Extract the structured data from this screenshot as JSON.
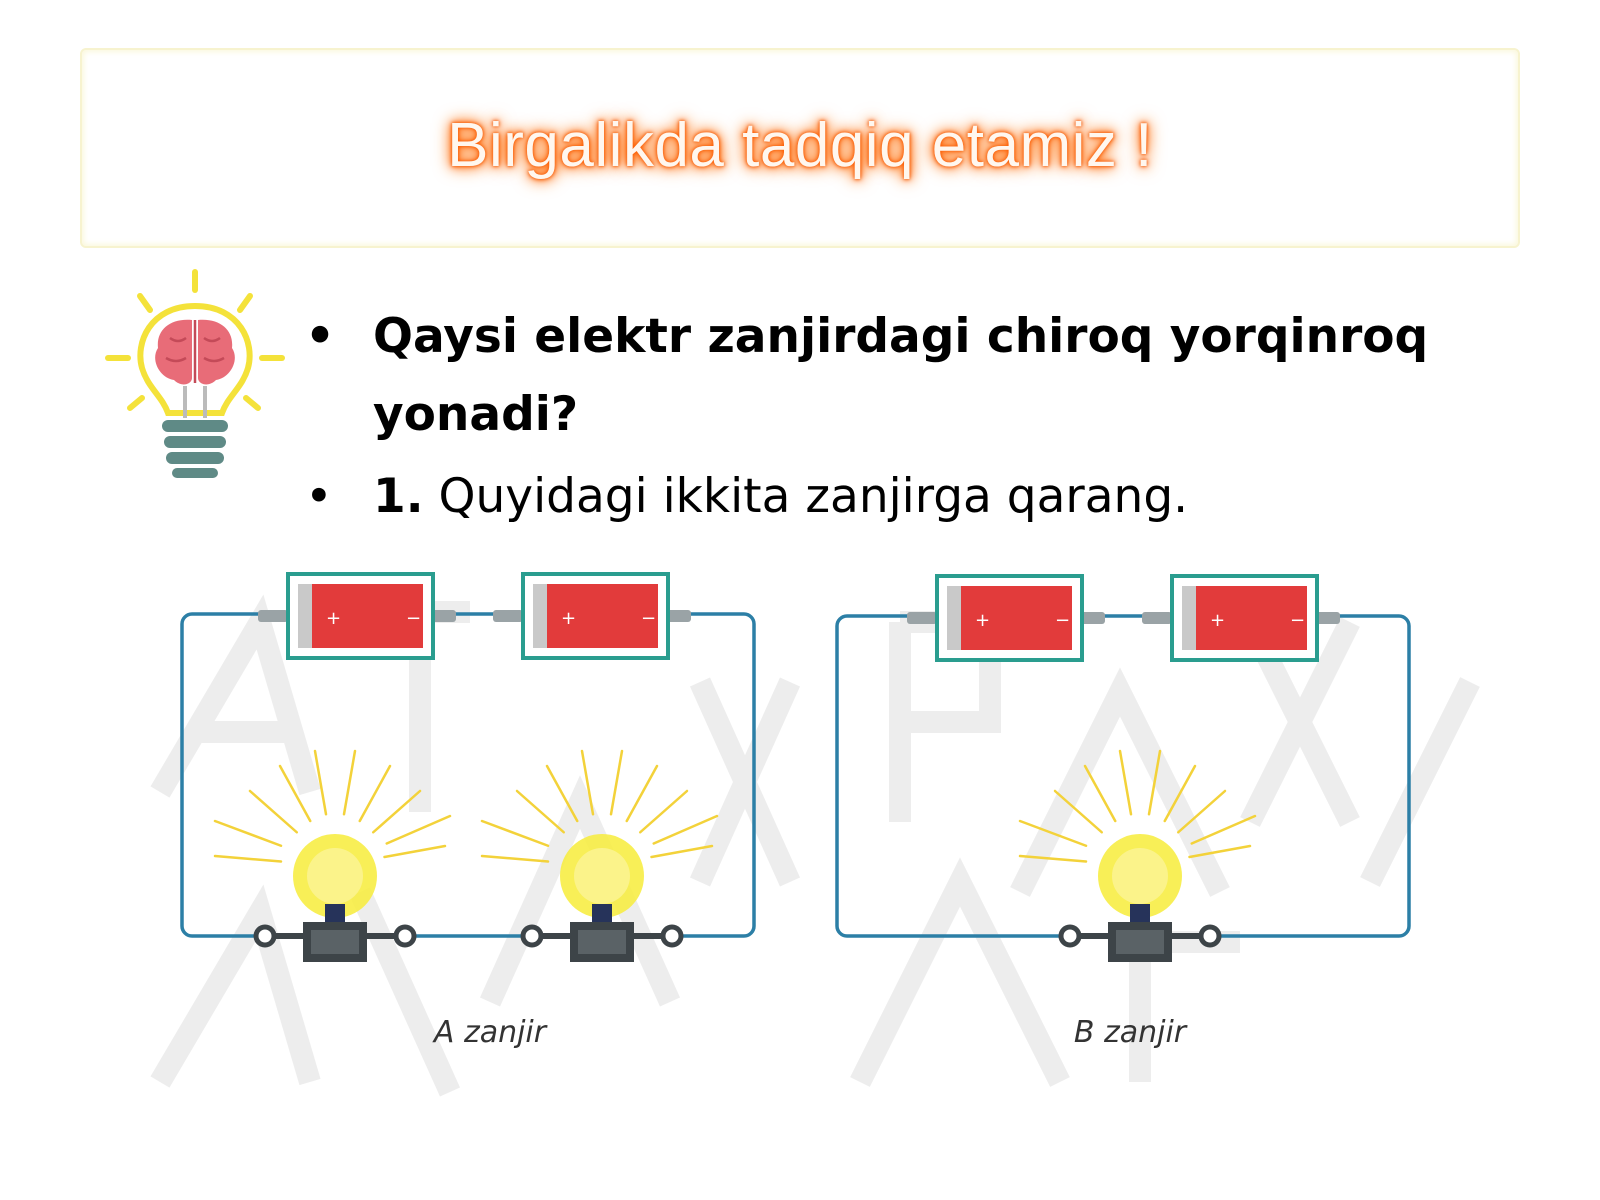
{
  "slide": {
    "title": "Birgalikda tadqiq etamiz !",
    "bullets": [
      {
        "text": "Qaysi elektr zanjirdagi chiroq yorqinroq yonadi?"
      },
      {
        "prefix": "1.",
        "text": " Quyidagi ikkita zanjirga qarang."
      }
    ],
    "bullet_glyph": "•",
    "icon": "brain-lightbulb-icon",
    "watermark": "АТАМУРА НЕФЯ",
    "colors": {
      "title_glow": "#ff6a00",
      "wire": "#2c7fa6",
      "battery": "#e23b3b",
      "battery_frame": "#2a9d8f",
      "glow": "#f7ec3a"
    }
  },
  "circuits": {
    "a": {
      "caption": "A zanjir",
      "batteries": 2,
      "bulbs": 2,
      "plus": "+",
      "minus": "−"
    },
    "b": {
      "caption": "B zanjir",
      "batteries": 2,
      "bulbs": 1,
      "plus": "+",
      "minus": "−"
    }
  }
}
